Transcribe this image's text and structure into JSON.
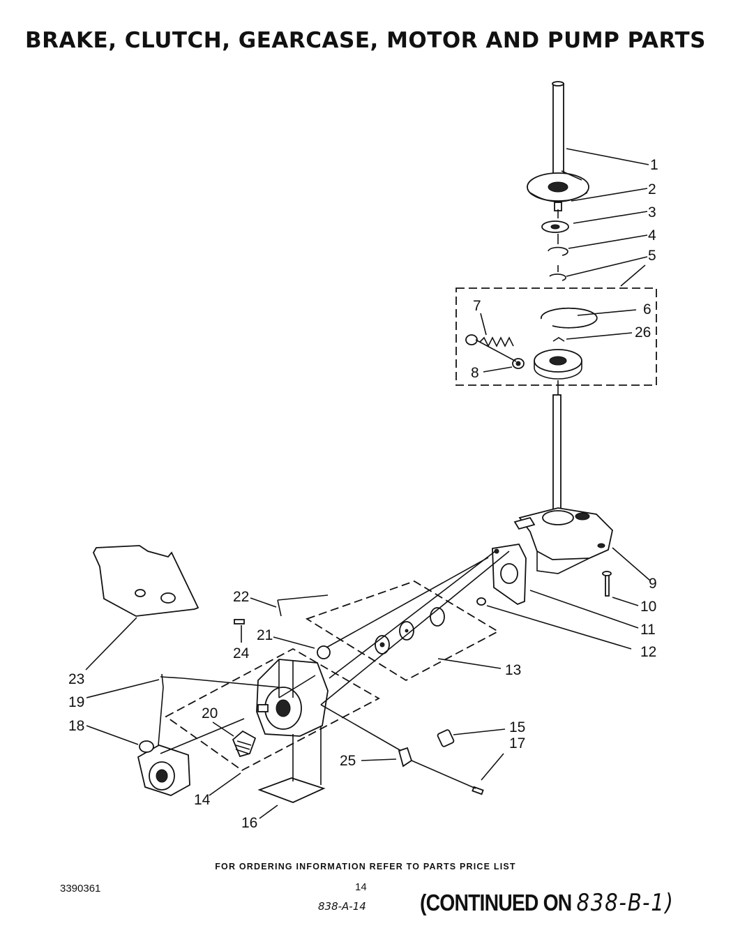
{
  "title": "BRAKE, CLUTCH, GEARCASE, MOTOR AND PUMP PARTS",
  "callouts": [
    "1",
    "2",
    "3",
    "4",
    "5",
    "6",
    "7",
    "26",
    "8",
    "9",
    "10",
    "11",
    "12",
    "13",
    "22",
    "21",
    "24",
    "23",
    "19",
    "20",
    "18",
    "15",
    "17",
    "25",
    "14",
    "16"
  ],
  "footer": {
    "ordering_note": "FOR ORDERING INFORMATION REFER TO PARTS PRICE LIST",
    "doc_number": "3390361",
    "page_number": "14",
    "handwritten_ref": "838-A-14",
    "continued_label": "(CONTINUED ON",
    "continued_ref": "838-B-1)"
  }
}
